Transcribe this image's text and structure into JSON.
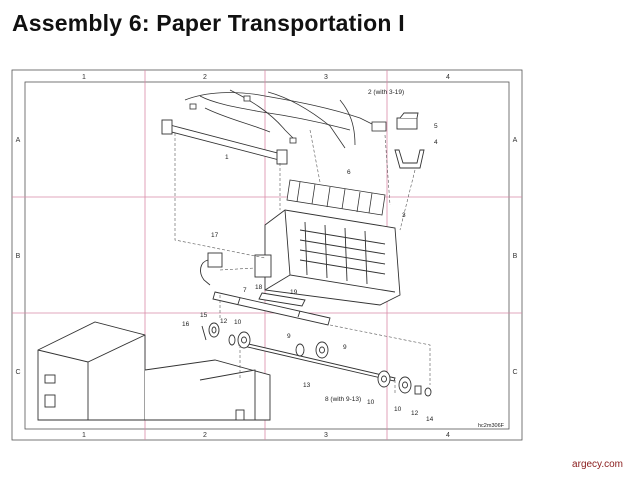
{
  "page": {
    "title": "Assembly 6: Paper Transportation I",
    "footer": "argecy.com"
  },
  "grid": {
    "col_labels": [
      "1",
      "2",
      "3",
      "4"
    ],
    "row_labels": [
      "A",
      "B",
      "C"
    ],
    "drawing_code": "hc2m306F"
  },
  "callouts": {
    "c1": "1",
    "c2": "2 (with 3-19)",
    "c3": "3",
    "c4": "4",
    "c5": "5",
    "c6": "6",
    "c7": "7",
    "c8": "8 (with 9-13)",
    "c9a": "9",
    "c9b": "9",
    "c10a": "10",
    "c10b": "10",
    "c10c": "10",
    "c12a": "12",
    "c12b": "12",
    "c13": "13",
    "c14": "14",
    "c15": "15",
    "c16": "16",
    "c17": "17",
    "c18": "18",
    "c19": "19"
  },
  "colors": {
    "grid_line": "#d98aa8",
    "frame": "#555555",
    "title": "#111111",
    "footer": "#8a1c1c"
  }
}
